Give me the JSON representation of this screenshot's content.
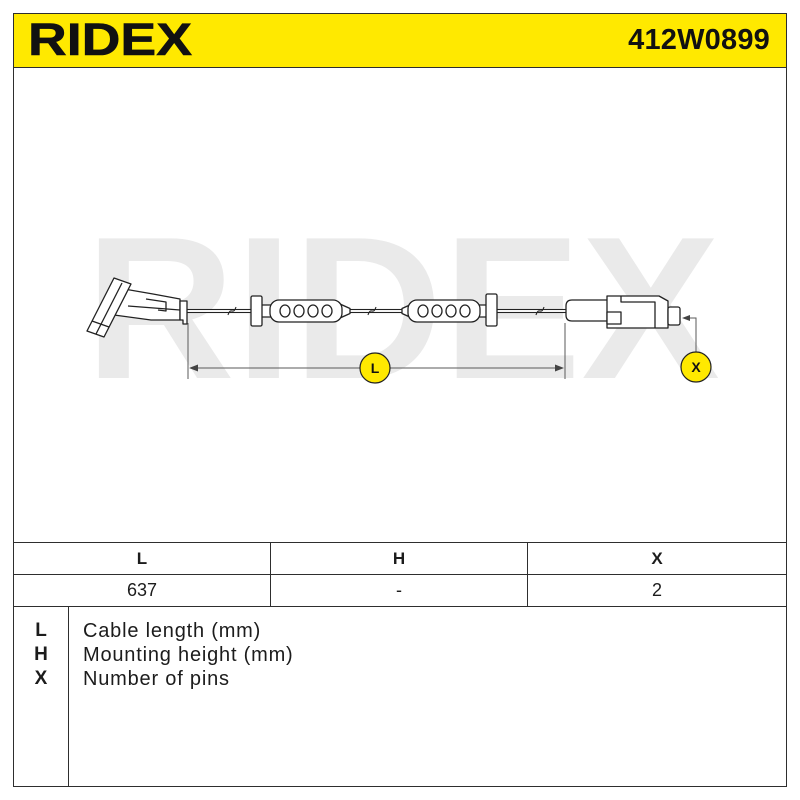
{
  "header": {
    "brand": "RIDEX",
    "part_number": "412W0899"
  },
  "drawing": {
    "watermark": "RIDEX",
    "length_badge": "L",
    "pins_badge": "X"
  },
  "spec_table": {
    "headers": [
      "L",
      "H",
      "X"
    ],
    "values": [
      "637",
      "-",
      "2"
    ]
  },
  "legend": [
    {
      "key": "L",
      "label": "Cable length (mm)"
    },
    {
      "key": "H",
      "label": "Mounting height (mm)"
    },
    {
      "key": "X",
      "label": "Number of pins"
    }
  ],
  "colors": {
    "accent": "#FFE900",
    "ink": "#1C1C1C",
    "watermark": "#EAEAEA"
  }
}
